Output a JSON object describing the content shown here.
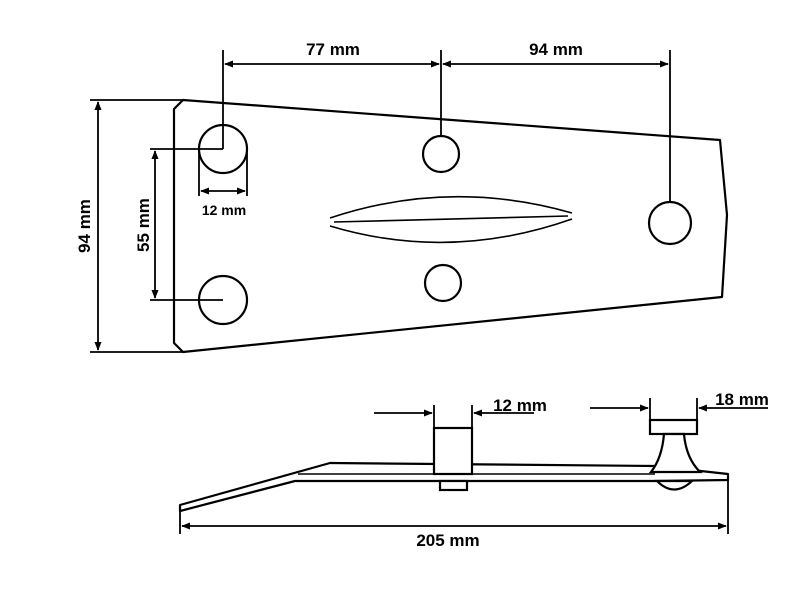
{
  "top_view": {
    "dim_77": "77 mm",
    "dim_94_top": "94 mm",
    "dim_94_height": "94 mm",
    "dim_55": "55 mm",
    "dim_12_hole": "12 mm"
  },
  "side_view": {
    "dim_12_pin": "12 mm",
    "dim_18_head": "18 mm",
    "dim_205_length": "205 mm"
  }
}
